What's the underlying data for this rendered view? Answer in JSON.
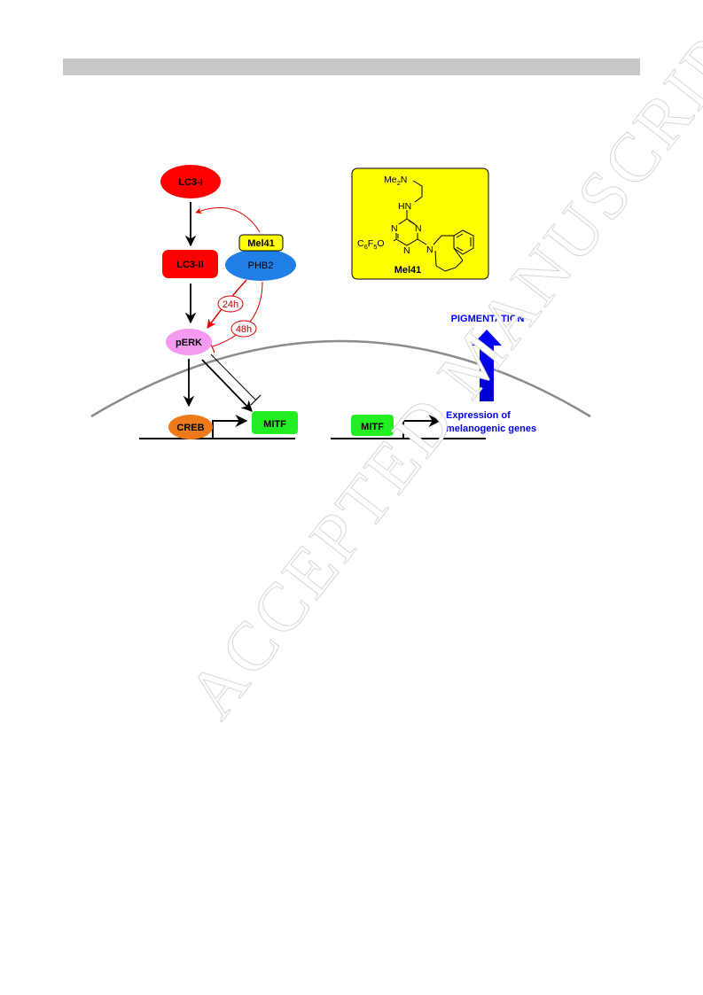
{
  "nodes": {
    "lc3_i": "LC3-I",
    "lc3_ii": "LC3-II",
    "mel41_tag": "Mel41",
    "phb2": "PHB2",
    "perk": "pERK",
    "creb": "CREB",
    "mitf_left": "MITF",
    "mitf_right": "MITF",
    "time_24h": "24h",
    "time_48h": "48h"
  },
  "outputs": {
    "pigmentation": "PIGMENTATION",
    "expression_line1": "Expression of",
    "expression_line2": "melanogenic genes"
  },
  "structure": {
    "me2n": "Me",
    "me2n_sub": "2",
    "me2n_n": "N",
    "hn": "HN",
    "n_top": "N",
    "n_left": "N",
    "n_right": "N",
    "n_ring": "N",
    "c6f5o_c": "C",
    "c6f5o_6": "6",
    "c6f5o_f": "F",
    "c6f5o_5": "5",
    "c6f5o_o": "O",
    "compound_label": "Mel41"
  },
  "watermark": "ACCEPTED MANUSCRIPT",
  "colors": {
    "red": "#ff0000",
    "blue_phb2": "#1f7fe6",
    "pink_perk": "#f59af0",
    "orange_creb": "#ef7a1a",
    "green_mitf": "#22ee22",
    "yellow": "#ffff00",
    "arrow_blue": "#0000ee",
    "inhibit_red": "#e00000"
  }
}
